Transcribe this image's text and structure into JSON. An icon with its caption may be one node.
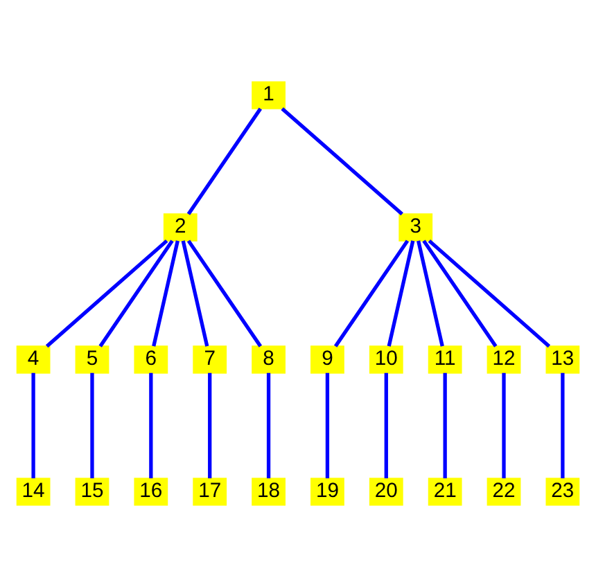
{
  "diagram": {
    "nodes": [
      {
        "text": [
          "1"
        ]
      },
      {
        "text": [
          "2"
        ]
      },
      {
        "text": [
          "3"
        ]
      },
      {
        "text": [
          "4"
        ]
      },
      {
        "text": [
          "5"
        ]
      },
      {
        "text": [
          "6"
        ]
      },
      {
        "text": [
          "7"
        ]
      },
      {
        "text": [
          "8"
        ]
      },
      {
        "text": [
          "9"
        ]
      },
      {
        "text": [
          "10"
        ]
      },
      {
        "text": [
          "11"
        ]
      },
      {
        "text": [
          "12"
        ]
      },
      {
        "text": [
          "13"
        ]
      },
      {
        "text": [
          "14"
        ]
      },
      {
        "text": [
          "15"
        ]
      },
      {
        "text": [
          "16"
        ]
      },
      {
        "text": [
          "17"
        ]
      },
      {
        "text": [
          "18"
        ]
      },
      {
        "text": [
          "19"
        ]
      },
      {
        "text": [
          "20"
        ]
      },
      {
        "text": [
          "21"
        ]
      },
      {
        "text": [
          "22"
        ]
      },
      {
        "text": [
          "23"
        ]
      }
    ],
    "edges": [
      {
        "from": 0,
        "to": 1,
        "arrow": "none"
      },
      {
        "from": 0,
        "to": 2,
        "arrow": "none"
      },
      {
        "from": 1,
        "to": 3,
        "arrow": "none"
      },
      {
        "from": 1,
        "to": 4,
        "arrow": "none"
      },
      {
        "from": 1,
        "to": 5,
        "arrow": "none"
      },
      {
        "from": 1,
        "to": 6,
        "arrow": "none"
      },
      {
        "from": 1,
        "to": 7,
        "arrow": "none"
      },
      {
        "from": 2,
        "to": 8,
        "arrow": "none"
      },
      {
        "from": 2,
        "to": 9,
        "arrow": "none"
      },
      {
        "from": 2,
        "to": 10,
        "arrow": "none"
      },
      {
        "from": 2,
        "to": 11,
        "arrow": "none"
      },
      {
        "from": 2,
        "to": 12,
        "arrow": "none"
      },
      {
        "from": 3,
        "to": 13,
        "arrow": "none"
      },
      {
        "from": 4,
        "to": 14,
        "arrow": "none"
      },
      {
        "from": 5,
        "to": 15,
        "arrow": "none"
      },
      {
        "from": 6,
        "to": 16,
        "arrow": "none"
      },
      {
        "from": 7,
        "to": 17,
        "arrow": "none"
      },
      {
        "from": 8,
        "to": 18,
        "arrow": "none"
      },
      {
        "from": 9,
        "to": 19,
        "arrow": "none"
      },
      {
        "from": 10,
        "to": 20,
        "arrow": "none"
      },
      {
        "from": 11,
        "to": 21,
        "arrow": "none"
      },
      {
        "from": 12,
        "to": 22,
        "arrow": "none"
      }
    ]
  }
}
